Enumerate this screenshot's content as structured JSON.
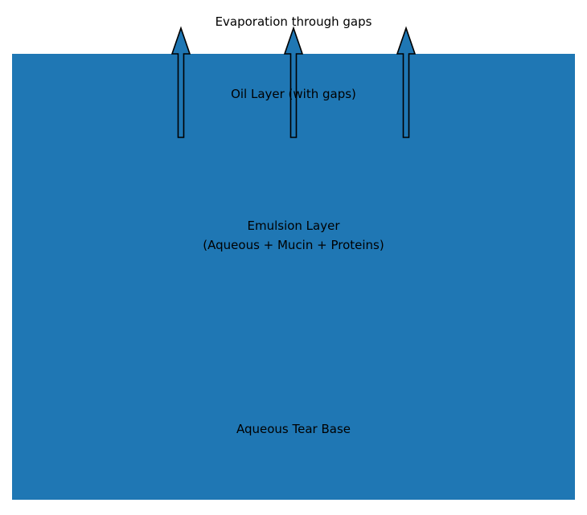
{
  "diagram": {
    "title": "Evaporation through gaps",
    "layers": {
      "oil": "Oil Layer (with gaps)",
      "emulsion_line1": "Emulsion Layer",
      "emulsion_line2": "(Aqueous + Mucin + Proteins)",
      "aqueous": "Aqueous Tear Base"
    },
    "colors": {
      "fill": "#1f77b4",
      "stroke": "#000000"
    },
    "arrow_count": 3,
    "arrow_icon": "up-arrow-icon"
  }
}
